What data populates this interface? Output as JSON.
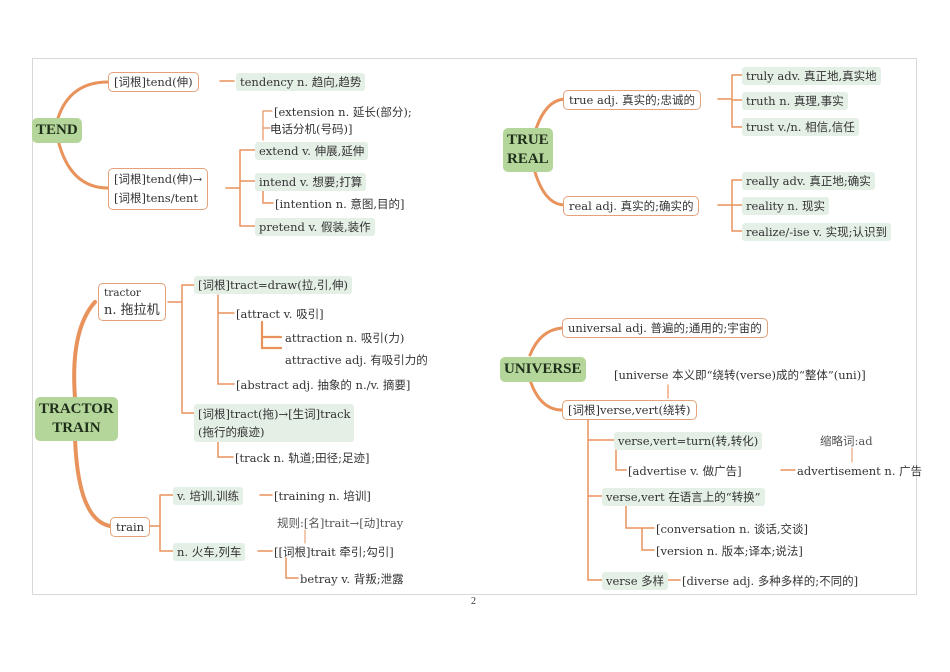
{
  "page_number": "2",
  "colors": {
    "root_fill": "#b5d69b",
    "branch_line": "#e8925c",
    "node_border": "#e3a27a",
    "leaf_fill": "#e4efe6",
    "bracket": "#7dbb64"
  },
  "tend": {
    "root": "TEND",
    "b1": "[词根]tend(伸)",
    "b1_child": "tendency n. 趋向,趋势",
    "b2_line1": "[词根]tend(伸)→",
    "b2_line2": "[词根]tens/tent",
    "extension_1": "[extension n. 延长(部分);",
    "extension_2": "电话分机(号码)]",
    "extend": "extend v. 伸展,延伸",
    "intend": "intend v. 想要;打算",
    "intention": "[intention n. 意图,目的]",
    "pretend": "pretend v. 假装,装作"
  },
  "true_real": {
    "root_line1": "TRUE",
    "root_line2": "REAL",
    "true": "true adj. 真实的;忠诚的",
    "truly": "truly adv. 真正地,真实地",
    "truth": "truth n. 真理,事实",
    "trust": "trust v./n. 相信,信任",
    "real": "real adj. 真实的;确实的",
    "really": "really adv. 真正地;确实",
    "reality": "reality n. 现实",
    "realize": "realize/-ise v. 实现;认识到"
  },
  "tractor_train": {
    "root_line1": "TRACTOR",
    "root_line2": "TRAIN",
    "tractor_line1": "tractor",
    "tractor_line2": "n. 拖拉机",
    "tract_root": "[词根]tract=draw(拉,引,伸)",
    "attract": "[attract v. 吸引]",
    "attraction": "attraction n. 吸引(力)",
    "attractive": "attractive adj. 有吸引力的",
    "abstract": "[abstract adj. 抽象的 n./v. 摘要]",
    "track_root_1": "[词根]tract(拖)→[生词]track",
    "track_root_2": "(拖行的痕迹)",
    "track": "[track n. 轨道;田径;足迹]",
    "train": "train",
    "train_v": "v. 培训,训练",
    "training": "[training n. 培训]",
    "rule": "规则:[名]trait→[动]tray",
    "train_n": "n. 火车,列车",
    "trait": "[[词根]trait 牵引;勾引]",
    "betray": "betray v. 背叛;泄露"
  },
  "universe": {
    "root": "UNIVERSE",
    "universal": "universal adj. 普遍的;通用的;宇宙的",
    "note": "[universe 本义即“绕转(verse)成的“整体”(uni)]",
    "verse_root": "[词根]verse,vert(绕转)",
    "turn": "verse,vert=turn(转,转化)",
    "abbr": "缩略词:ad",
    "advertise": "[advertise v. 做广告]",
    "advertisement": "advertisement n. 广告",
    "lang": "verse,vert 在语言上的“转换”",
    "conversation": "[conversation n. 谈话,交谈]",
    "version": "[version n. 版本;译本;说法]",
    "diverse_label": "verse 多样",
    "diverse": "[diverse adj. 多种多样的;不同的]"
  }
}
